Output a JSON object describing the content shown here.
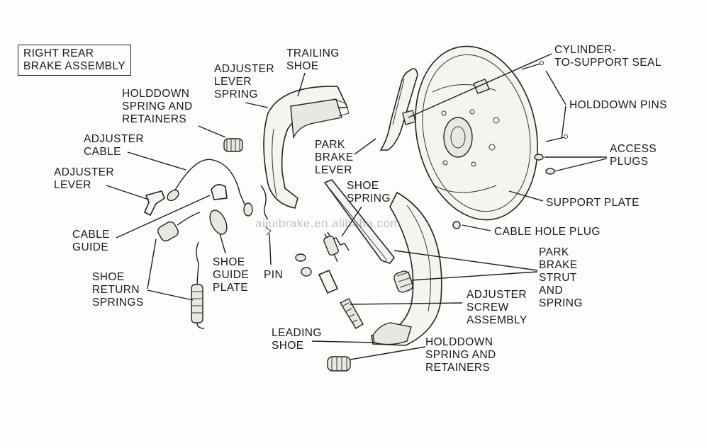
{
  "title": [
    "RIGHT REAR",
    "BRAKE ASSEMBLY"
  ],
  "watermark": "aijuibrake.en.alibaba.com",
  "labels": {
    "trailing_shoe": [
      "TRAILING",
      "SHOE"
    ],
    "adjuster_lever_spring": [
      "ADJUSTER",
      "LEVER",
      "SPRING"
    ],
    "holddown_top": [
      "HOLDDOWN",
      "SPRING AND",
      "RETAINERS"
    ],
    "adjuster_cable": [
      "ADJUSTER",
      "CABLE"
    ],
    "adjuster_lever": [
      "ADJUSTER",
      "LEVER"
    ],
    "cable_guide": [
      "CABLE",
      "GUIDE"
    ],
    "shoe_return_springs": [
      "SHOE",
      "RETURN",
      "SPRINGS"
    ],
    "shoe_guide_plate": [
      "SHOE",
      "GUIDE",
      "PLATE"
    ],
    "pin": [
      "PIN"
    ],
    "park_brake_lever": [
      "PARK",
      "BRAKE",
      "LEVER"
    ],
    "shoe_spring": [
      "SHOE",
      "SPRING"
    ],
    "cylinder_seal": [
      "CYLINDER-",
      "TO-SUPPORT SEAL"
    ],
    "holddown_pins": [
      "HOLDDOWN PINS"
    ],
    "access_plugs": [
      "ACCESS",
      "PLUGS"
    ],
    "support_plate": [
      "SUPPORT PLATE"
    ],
    "cable_hole_plug": [
      "CABLE HOLE PLUG"
    ],
    "park_brake_strut": [
      "PARK",
      "BRAKE",
      "STRUT",
      "AND",
      "SPRING"
    ],
    "adjuster_screw": [
      "ADJUSTER",
      "SCREW",
      "ASSEMBLY"
    ],
    "leading_shoe": [
      "LEADING",
      "SHOE"
    ],
    "holddown_bottom": [
      "HOLDDOWN",
      "SPRING AND",
      "RETAINERS"
    ]
  }
}
